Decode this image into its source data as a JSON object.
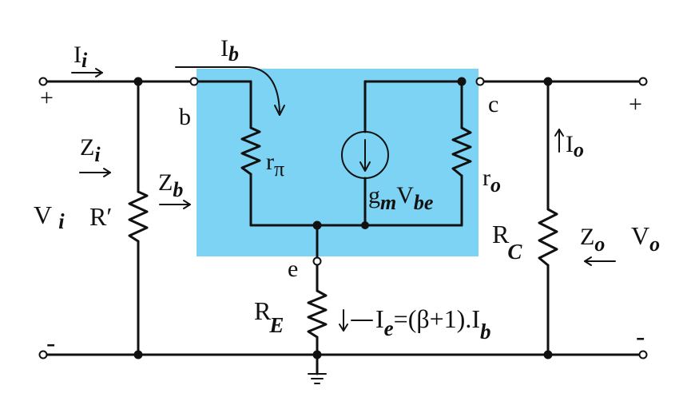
{
  "colors": {
    "hybrid_box": "#7dd3f4",
    "background": "#ffffff",
    "ink": "#111111"
  },
  "labels": {
    "Ii": {
      "main": "I",
      "sub": "i"
    },
    "Ib": {
      "main": "I",
      "sub": "b"
    },
    "plus_in": "+",
    "minus_in": "-",
    "plus_out": "+",
    "minus_out": "-",
    "node_b": "b",
    "node_c": "c",
    "node_e": "e",
    "Zi": {
      "main": "Z",
      "sub": "i"
    },
    "Zb": {
      "main": "Z",
      "sub": "b"
    },
    "Vi": {
      "main": "V",
      "sub": "i"
    },
    "Rprime": "R′",
    "rpi": {
      "main": "r",
      "sub": "π"
    },
    "gm": {
      "pre": "g",
      "sub1": "m",
      "mid": "V",
      "sub2": "be"
    },
    "ro": {
      "main": "r",
      "sub": "o"
    },
    "Io": {
      "main": "I",
      "sub": "o"
    },
    "Rc": {
      "main": "R",
      "sub": "C"
    },
    "Zo": {
      "main": "Z",
      "sub": "o"
    },
    "Vo": {
      "main": "V",
      "sub": "o"
    },
    "Re": {
      "main": "R",
      "sub": "E"
    },
    "Ie_eq": {
      "main": "I",
      "sub_e": "e",
      "rest": "=(β+1).I",
      "sub_b": "b"
    }
  }
}
